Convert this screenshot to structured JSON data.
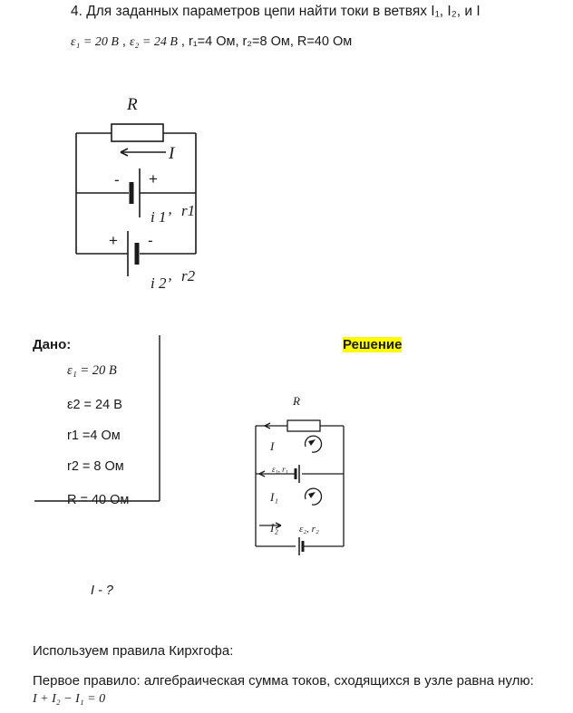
{
  "task": {
    "title": "4. Для заданных параметров цепи найти токи в ветвях I₁, I₂, и I",
    "eps1": "ε₁ = 20 В",
    "sep1": ",",
    "eps2": "ε₂ = 24 В",
    "rest": ", r₁=4 Ом, r₂=8 Ом, R=40 Ом"
  },
  "circuit1": {
    "label_R": "R",
    "label_I": "I",
    "minus1": "-",
    "plus1": "+",
    "i1": "i 1’",
    "r1": "r1",
    "plus2": "+",
    "minus2": "-",
    "i2": "i 2’",
    "r2": "r2"
  },
  "given": {
    "heading": "Дано:",
    "eps1": "ε₁ = 20 В",
    "eps2": "ε2 = 24 В",
    "r1": "r1 =4 Ом",
    "r2": "r2 = 8 Ом",
    "R": "R = 40 Ом",
    "find": "I - ?"
  },
  "solution": {
    "heading": "Решение",
    "heading_color": "#fffb00",
    "label_R": "R",
    "label_I": "I",
    "eps1_r1": "ε₁, r₁",
    "I1": "I₁",
    "I2": "I₂",
    "eps2_r2": "ε₂, r₂"
  },
  "text": {
    "line1": "Используем правила Кирхгофа:",
    "line2": "Первое правило: алгебраическая сумма токов, сходящихся в узле равна нулю:",
    "formula": "I + I₂ − I₁ = 0"
  }
}
